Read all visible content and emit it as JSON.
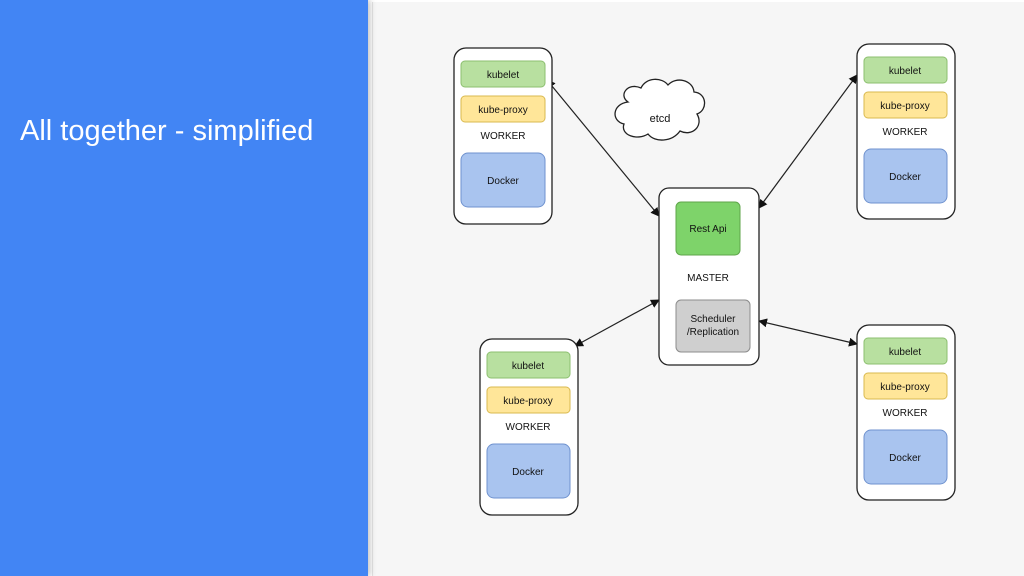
{
  "slide": {
    "title": "All together - simplified"
  },
  "colors": {
    "panel": "#4285f4",
    "kubelet_fill": "#b8e0a0",
    "kube_proxy_fill": "#ffe699",
    "docker_fill": "#a9c4ef",
    "rest_api_fill": "#7ed36a",
    "scheduler_fill": "#cfcfcf"
  },
  "diagram": {
    "etcd_label": "etcd",
    "master": {
      "label": "MASTER",
      "rest_api": "Rest Api",
      "scheduler_line1": "Scheduler",
      "scheduler_line2": "/Replication"
    },
    "workers": [
      {
        "label": "WORKER",
        "kubelet": "kubelet",
        "kube_proxy": "kube-proxy",
        "docker": "Docker"
      },
      {
        "label": "WORKER",
        "kubelet": "kubelet",
        "kube_proxy": "kube-proxy",
        "docker": "Docker"
      },
      {
        "label": "WORKER",
        "kubelet": "kubelet",
        "kube_proxy": "kube-proxy",
        "docker": "Docker"
      },
      {
        "label": "WORKER",
        "kubelet": "kubelet",
        "kube_proxy": "kube-proxy",
        "docker": "Docker"
      }
    ]
  }
}
